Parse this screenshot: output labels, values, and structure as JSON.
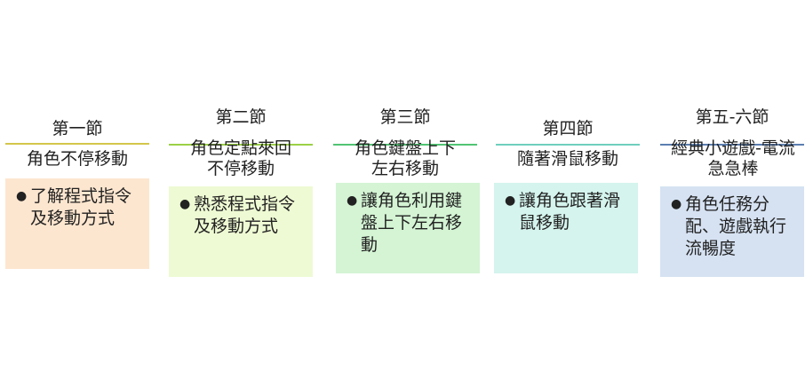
{
  "columns": [
    {
      "title": "第一節",
      "subtitle": "角色不停移動",
      "bullet": "了解程式指令及移動方式",
      "line_color": "#d4c64a",
      "box_color": "#fde6cf"
    },
    {
      "title": "第二節",
      "subtitle": "角色定點來回不停移動",
      "bullet": "熟悉程式指令及移動方式",
      "line_color": "#9bd146",
      "box_color": "#eefad3"
    },
    {
      "title": "第三節",
      "subtitle": "角色鍵盤上下左右移動",
      "bullet": "讓角色利用鍵盤上下左右移動",
      "line_color": "#52c473",
      "box_color": "#d4f4d4"
    },
    {
      "title": "第四節",
      "subtitle": "隨著滑鼠移動",
      "bullet": "讓角色跟著滑鼠移動",
      "line_color": "#6fcfbe",
      "box_color": "#d4f4ed"
    },
    {
      "title": "第五-六節",
      "subtitle": "經典小遊戲-電流急急棒",
      "bullet": "角色任務分配、遊戲執行流暢度",
      "line_color": "#5b7fb0",
      "box_color": "#d6e2f2"
    }
  ]
}
